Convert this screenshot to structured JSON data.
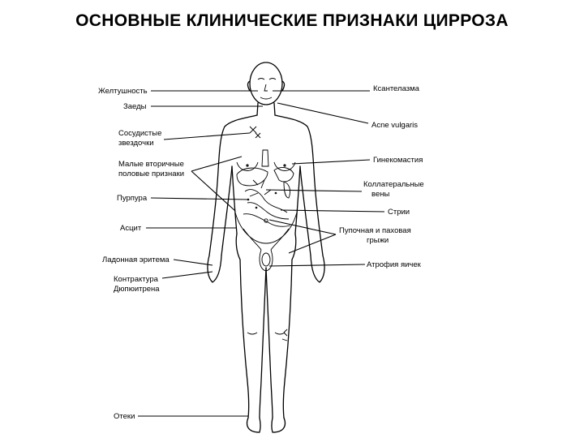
{
  "title": "ОСНОВНЫЕ КЛИНИЧЕСКИЕ ПРИЗНАКИ  ЦИРРОЗА",
  "labels_left": {
    "jaundice": "Желтушность",
    "stars": "Заеды",
    "vascular_1": "Сосудистые",
    "vascular_2": "звездочки",
    "minor_1": "Малые вторичные",
    "minor_2": "половые признаки",
    "purpura": "Пурпура",
    "ascites": "Асцит",
    "palmar": "Ладонная эритема",
    "contracture_1": "Контрактура",
    "contracture_2": "Дюпюитрена",
    "edema": "Отеки"
  },
  "labels_right": {
    "xanthelasma": "Ксантелазма",
    "acne": "Acne vulgaris",
    "gynecomastia": "Гинекомастия",
    "collateral_1": "Коллатеральные",
    "collateral_2": "вены",
    "striae": "Стрии",
    "hernia_1": "Пупочная и паховая",
    "hernia_2": "грыжи",
    "atrophy": "Атрофия яичек"
  }
}
